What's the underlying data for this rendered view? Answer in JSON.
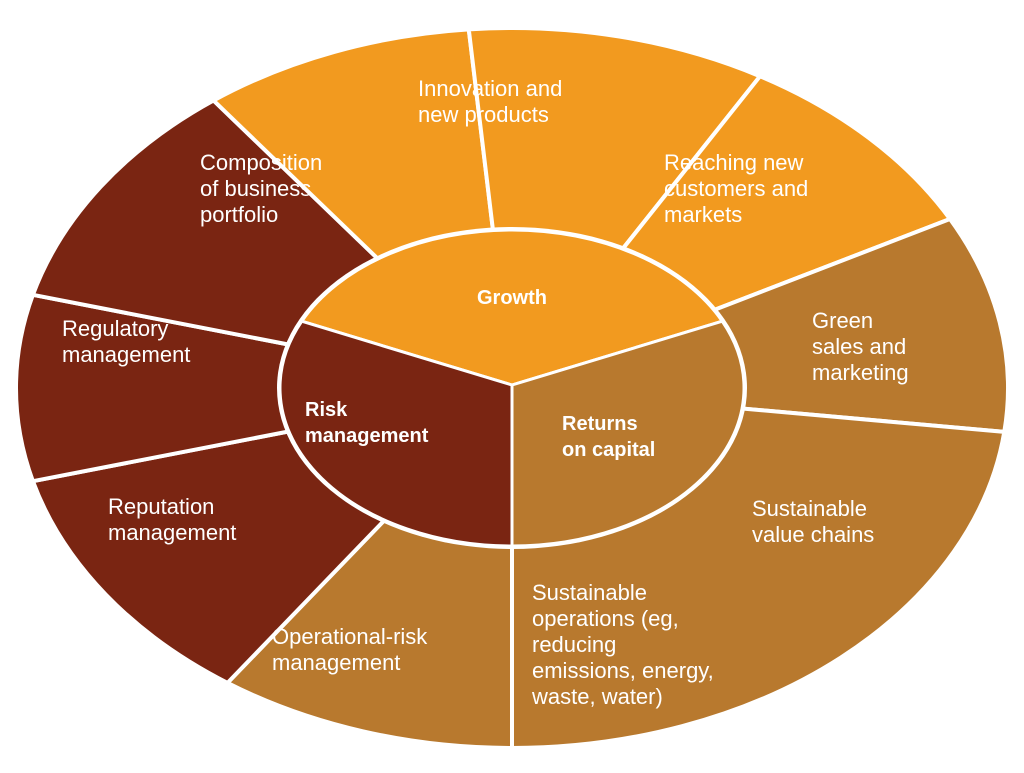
{
  "diagram": {
    "colors": {
      "growth": "#f29a1f",
      "returns": "#b8792e",
      "risk": "#7a2512",
      "divider": "#ffffff"
    },
    "hubs": [
      {
        "id": "growth",
        "lines": [
          "Growth"
        ]
      },
      {
        "id": "risk",
        "lines": [
          "Risk",
          "management"
        ]
      },
      {
        "id": "returns",
        "lines": [
          "Returns",
          "on capital"
        ]
      }
    ],
    "segments": [
      {
        "id": "composition",
        "group": "growth",
        "lines": [
          "Composition",
          "of business",
          "portfolio"
        ]
      },
      {
        "id": "innovation",
        "group": "growth",
        "lines": [
          "Innovation and",
          "new products"
        ]
      },
      {
        "id": "reaching",
        "group": "growth",
        "lines": [
          "Reaching new",
          "customers and",
          "markets"
        ]
      },
      {
        "id": "green",
        "group": "returns",
        "lines": [
          "Green",
          "sales and",
          "marketing"
        ]
      },
      {
        "id": "value-chains",
        "group": "returns",
        "lines": [
          "Sustainable",
          "value chains"
        ]
      },
      {
        "id": "operations",
        "group": "returns",
        "lines": [
          "Sustainable",
          "operations (eg,",
          "reducing",
          "emissions, energy,",
          "waste, water)"
        ]
      },
      {
        "id": "operational-risk",
        "group": "risk",
        "lines": [
          "Operational-risk",
          "management"
        ]
      },
      {
        "id": "reputation",
        "group": "risk",
        "lines": [
          "Reputation",
          "management"
        ]
      },
      {
        "id": "regulatory",
        "group": "risk",
        "lines": [
          "Regulatory",
          "management"
        ]
      }
    ]
  }
}
